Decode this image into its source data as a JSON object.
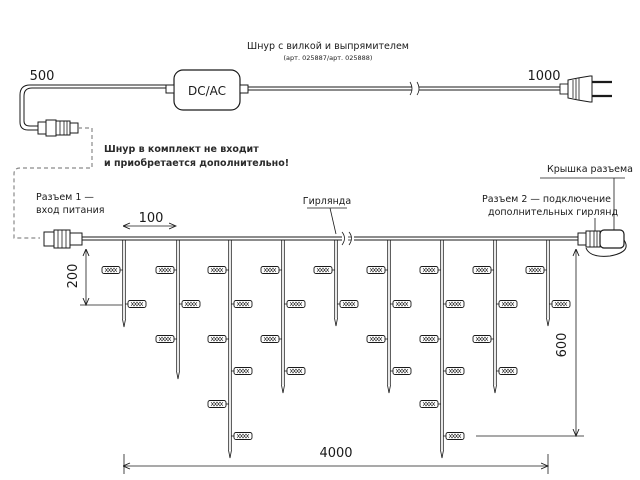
{
  "labels": {
    "cord_title": "Шнур с вилкой и выпрямителем",
    "cord_articles": "(арт. 025887/арт. 025888)",
    "converter": "DC/AC",
    "dim_500": "500",
    "dim_1000": "1000",
    "note_line1": "Шнур в комплект не входит",
    "note_line2": "и приобретается дополнительно!",
    "connector1_line1": "Разъем 1 —",
    "connector1_line2": "вход питания",
    "dim_100": "100",
    "garland": "Гирлянда",
    "connector2_line1": "Разъем 2 — подключение",
    "connector2_line2": "дополнительных гирлянд",
    "cap_label": "Крышка разъема",
    "dim_200": "200",
    "dim_600": "600",
    "dim_4000": "4000"
  },
  "colors": {
    "line": "#1a1a1a",
    "dashed_cord": "#8a8a8a",
    "note_text": "#2a2a2a"
  }
}
